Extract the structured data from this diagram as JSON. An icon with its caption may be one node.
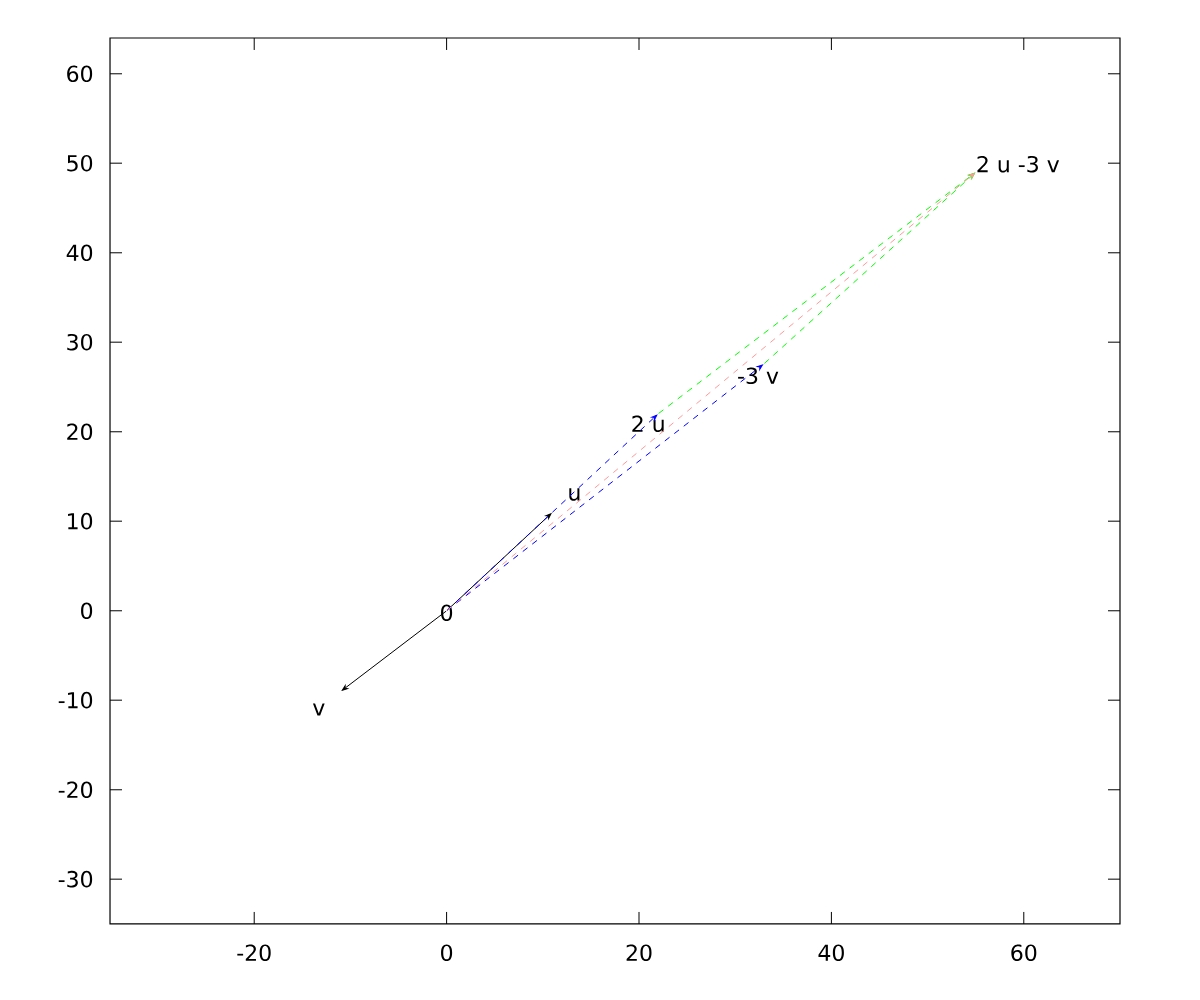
{
  "diagram": {
    "nodes": [
      {
        "text": [
          "0"
        ]
      },
      {
        "text": [
          "u"
        ]
      },
      {
        "text": [
          "v"
        ]
      },
      {
        "text": [
          "2 u"
        ]
      },
      {
        "text": [
          "-3 v"
        ]
      },
      {
        "text": [
          "2 u -3 v"
        ]
      }
    ],
    "edges": [
      {
        "from": 0,
        "to": 1,
        "arrow": "to"
      },
      {
        "from": 0,
        "to": 2,
        "arrow": "to"
      },
      {
        "from": 0,
        "to": 3,
        "arrow": "to",
        "style": "dashed",
        "color": "#0000ff"
      },
      {
        "from": 0,
        "to": 4,
        "arrow": "to",
        "style": "dashed",
        "color": "#0000ff"
      },
      {
        "from": 3,
        "to": 5,
        "arrow": "to",
        "style": "dashed",
        "color": "#00ff00"
      },
      {
        "from": 4,
        "to": 5,
        "arrow": "to",
        "style": "dashed",
        "color": "#00ff00"
      },
      {
        "from": 0,
        "to": 5,
        "arrow": "to",
        "style": "dashed",
        "color": "#ff9999"
      }
    ],
    "labels": [
      "60",
      "50",
      "40",
      "30",
      "20",
      "10",
      "0",
      "-10",
      "-20",
      "-30",
      "-20",
      "0",
      "20",
      "40",
      "60"
    ]
  }
}
